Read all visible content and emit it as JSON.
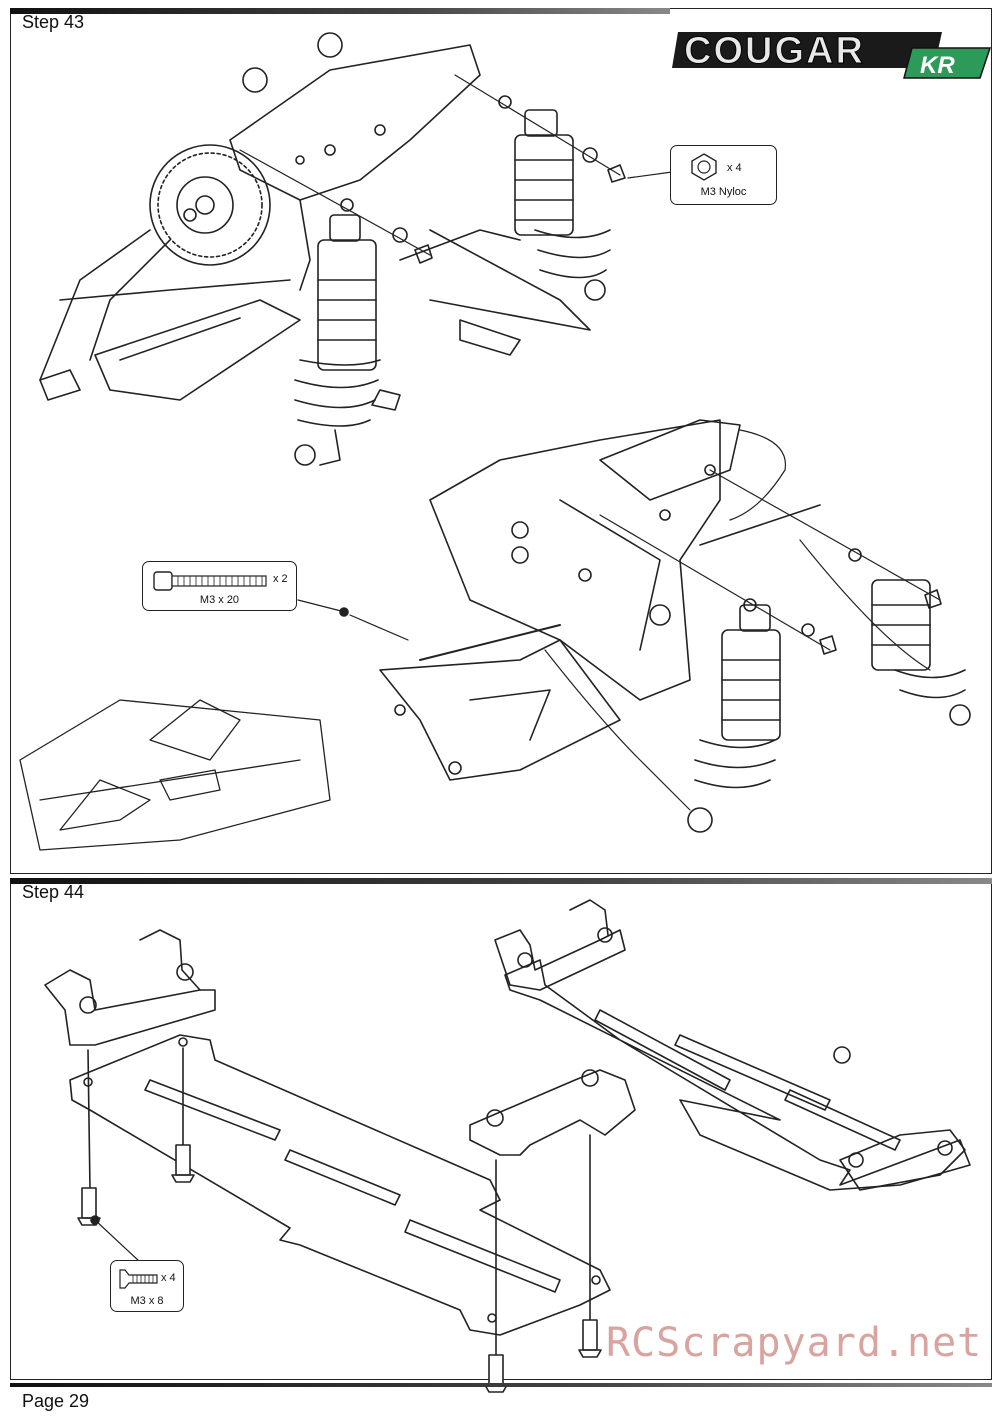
{
  "step43": {
    "title": "Step 43",
    "callouts": {
      "nyloc": {
        "qty": "x 4",
        "label": "M3 Nyloc",
        "icon": "hex-nut-icon"
      },
      "screw_m3x20": {
        "qty": "x 2",
        "label": "M3 x 20",
        "icon": "cap-screw-icon"
      }
    }
  },
  "step44": {
    "title": "Step 44",
    "callouts": {
      "screw_m3x8": {
        "qty": "x 4",
        "label": "M3 x 8",
        "icon": "countersunk-screw-icon"
      }
    }
  },
  "logo": {
    "main": "COUGAR",
    "sub": "KR"
  },
  "footer": {
    "page": "Page 29"
  },
  "watermark": "RCScrapyard.net",
  "colors": {
    "line": "#222222",
    "logo_green": "#2e9a5a",
    "watermark": "#d9a39f"
  }
}
